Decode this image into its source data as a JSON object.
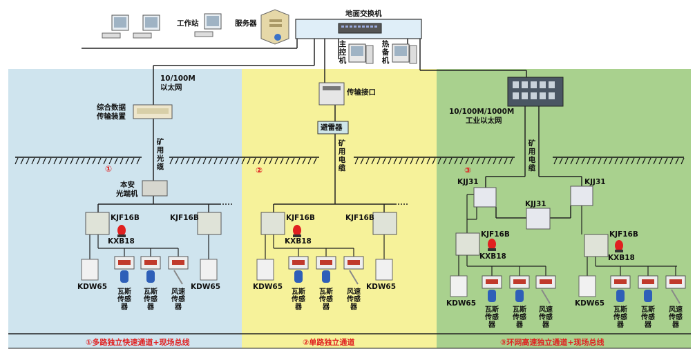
{
  "top": {
    "switch_label": "地面交换机",
    "workstation_label": "工作站",
    "server_label": "服务器",
    "main_pc_label": "主控机",
    "backup_pc_label": "热备机"
  },
  "left": {
    "ethernet_label": "10/100M\n以太网",
    "ethernet_l1": "10/100M",
    "ethernet_l2": "以太网",
    "transport_l1": "综合数据",
    "transport_l2": "传输装置",
    "fiber_label": "矿用光缆",
    "circle": "①",
    "optical_l1": "本安",
    "optical_l2": "光端机",
    "kjf_a": "KJF16B",
    "kjf_b": "KJF16B",
    "kxb": "KXB18",
    "kdw_a": "KDW65",
    "kdw_b": "KDW65",
    "gas1": "瓦斯传感器",
    "gas2": "瓦斯传感器",
    "wind": "风速传感器",
    "caption": "①多路独立快速通道+现场总线"
  },
  "middle": {
    "interface_label": "传输接口",
    "lightning_label": "避雷器",
    "cable_label": "矿用电缆",
    "circle": "②",
    "kjf_a": "KJF16B",
    "kjf_b": "KJF16B",
    "kxb": "KXB18",
    "kdw_a": "KDW65",
    "kdw_b": "KDW65",
    "gas1": "瓦斯传感器",
    "gas2": "瓦斯传感器",
    "wind": "风速传感器",
    "caption": "②单路独立通道"
  },
  "right": {
    "ethernet_l1": "10/100M/1000M",
    "ethernet_l2": "工业以太网",
    "cable_label": "矿用电缆",
    "circle": "③",
    "kjj_left": "KJJ31",
    "kjj_right": "KJJ31",
    "kjj_mid": "KJJ31",
    "kjf_a": "KJF16B",
    "kjf_b": "KJF16B",
    "kxb_a": "KXB18",
    "kxb_b": "KXB18",
    "kdw_a": "KDW65",
    "kdw_b": "KDW65",
    "gas1": "瓦斯传感器",
    "gas2": "瓦斯传感器",
    "wind": "风速传感器",
    "gas3": "瓦斯传感器",
    "gas4": "瓦斯传感器",
    "wind2": "风速传感器",
    "caption": "③环网高速独立通道+现场总线"
  },
  "colors": {
    "left_bg": "#cfe4ee",
    "middle_bg": "#f6f29a",
    "right_bg": "#a9d18e",
    "caption_red": "#e02020"
  }
}
